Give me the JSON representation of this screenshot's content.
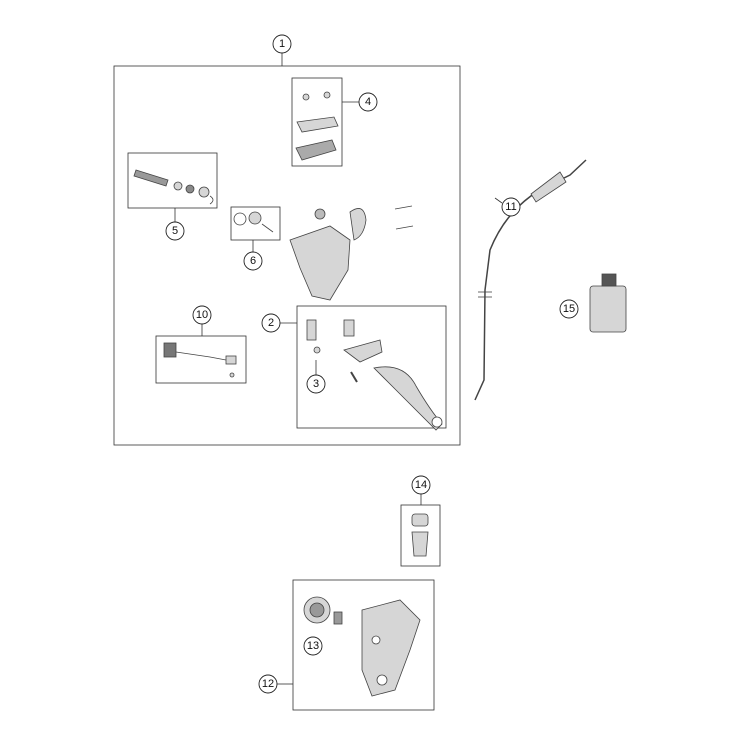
{
  "callouts": {
    "c1": "1",
    "c2": "2",
    "c3": "3",
    "c4": "4",
    "c5": "5",
    "c6": "6",
    "c10": "10",
    "c11": "11",
    "c12": "12",
    "c13": "13",
    "c14": "14",
    "c15": "15"
  },
  "colors": {
    "line": "#333333",
    "part_fill": "#d6d6d6",
    "part_dark": "#8a8a8a"
  }
}
